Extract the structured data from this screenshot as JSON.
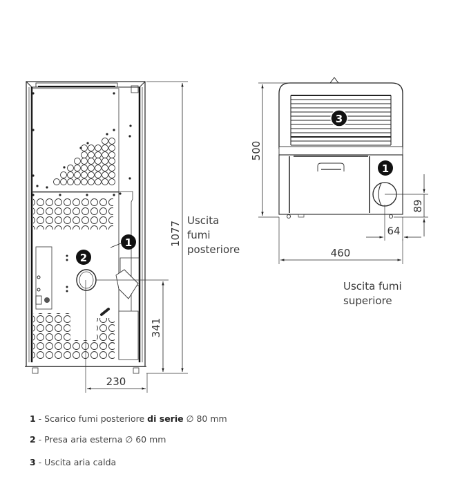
{
  "diagram": {
    "rear_view": {
      "dimensions": {
        "height": "1077",
        "outlet_height": "341",
        "outlet_offset": "230"
      },
      "markers": [
        {
          "num": "1"
        },
        {
          "num": "2"
        }
      ],
      "caption": [
        "Uscita",
        "fumi",
        "posteriore"
      ]
    },
    "top_view": {
      "dimensions": {
        "height": "500",
        "width": "460",
        "outlet_vertical": "89",
        "outlet_horizontal": "64"
      },
      "markers": [
        {
          "num": "3"
        },
        {
          "num": "1"
        }
      ],
      "caption": [
        "Uscita fumi",
        "superiore"
      ]
    }
  },
  "legend": [
    {
      "num": "1",
      "sep": " - ",
      "text": "Scarico fumi posteriore ",
      "emphasis": "di serie",
      "suffix": " ∅ 80 mm"
    },
    {
      "num": "2",
      "sep": " - ",
      "text": "Presa aria esterna ∅ 60 mm",
      "emphasis": "",
      "suffix": ""
    },
    {
      "num": "3",
      "sep": " - ",
      "text": "Uscita aria calda",
      "emphasis": "",
      "suffix": ""
    }
  ]
}
